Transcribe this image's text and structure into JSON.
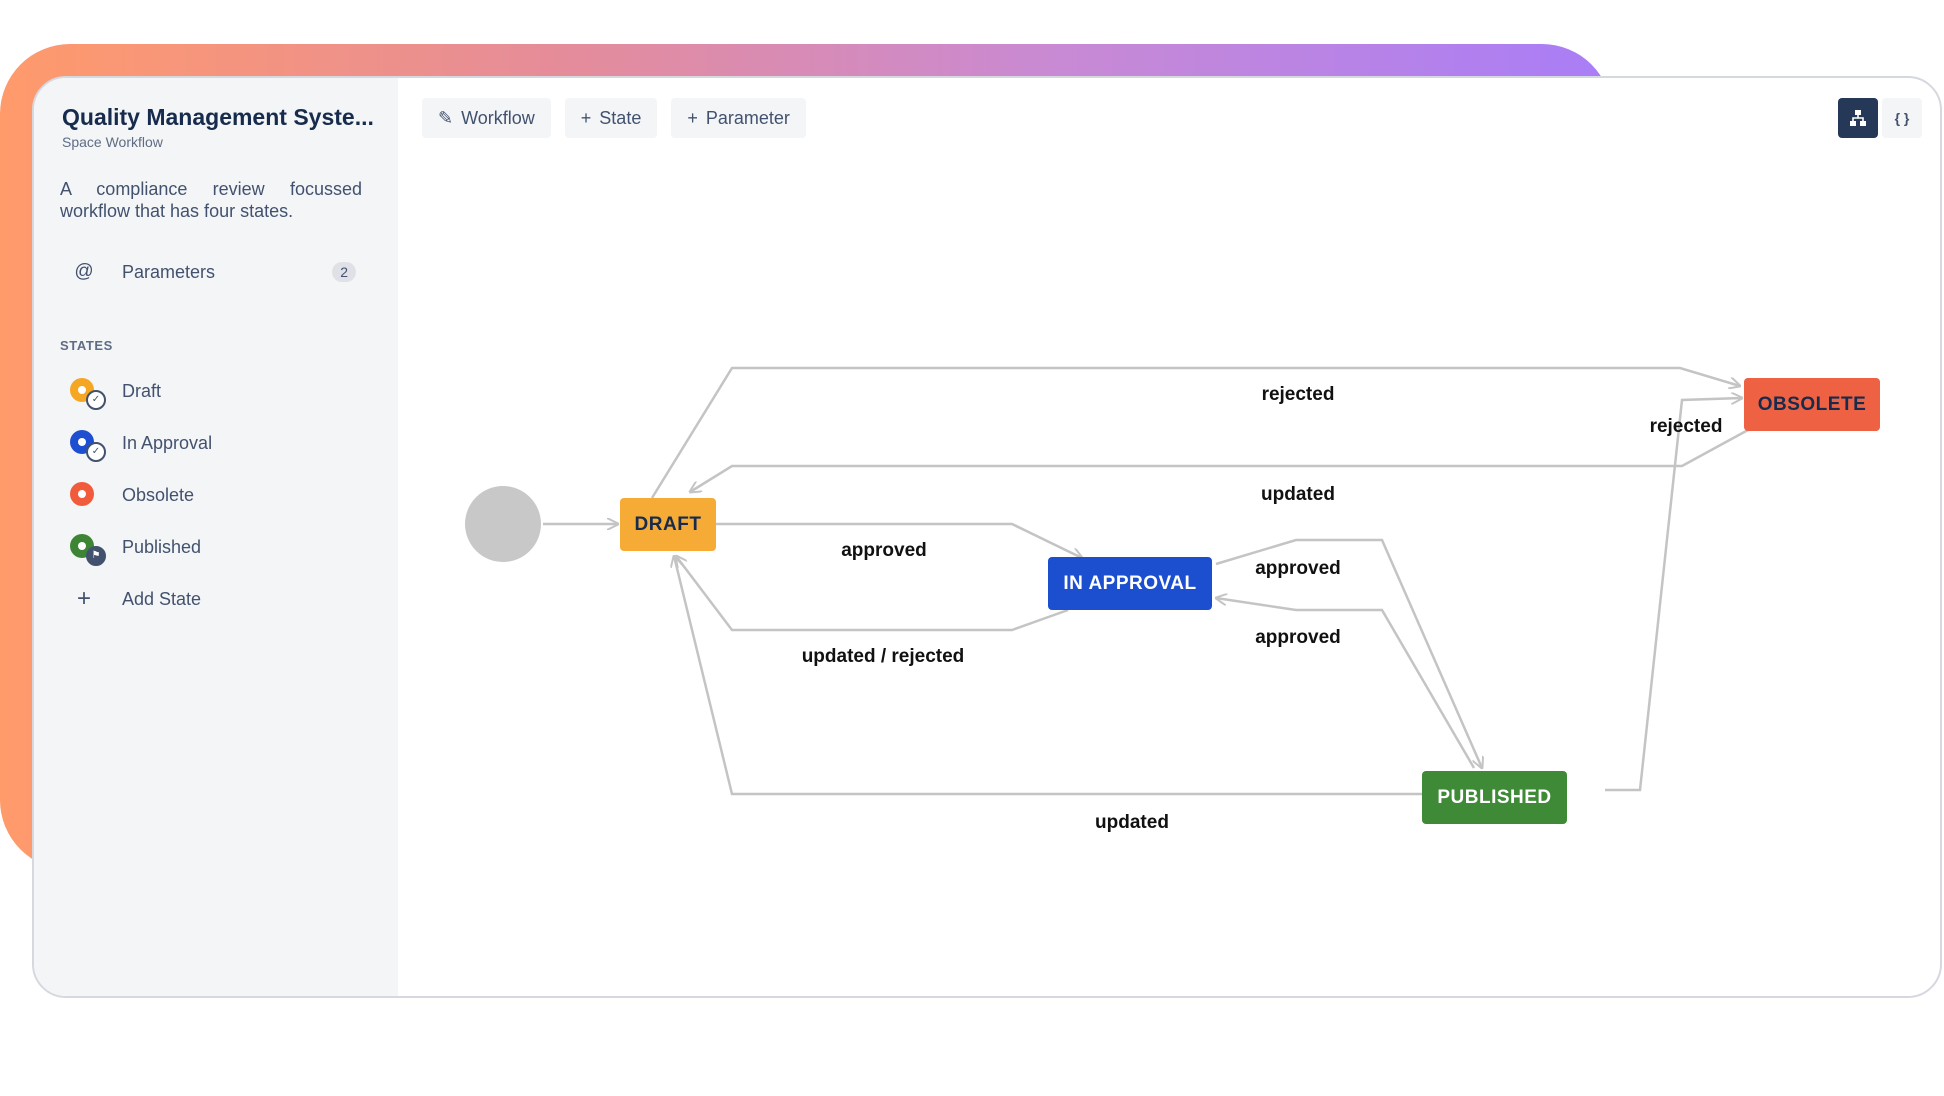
{
  "app": {
    "title": "Quality Management Syste...",
    "subtitle": "Space Workflow",
    "description": "A compliance review focussed workflow that has four states."
  },
  "sidebar": {
    "parameters": {
      "label": "Parameters",
      "count": "2",
      "icon": "at-icon"
    },
    "states_heading": "STATES",
    "states": [
      {
        "label": "Draft",
        "color": "#f5a623",
        "badge_icon": "check-icon"
      },
      {
        "label": "In Approval",
        "color": "#1f4fd1",
        "badge_icon": "check-icon"
      },
      {
        "label": "Obsolete",
        "color": "#f15a3a",
        "badge_icon": ""
      },
      {
        "label": "Published",
        "color": "#3d8535",
        "badge_icon": "flag-icon"
      }
    ],
    "add_state": "Add State"
  },
  "toolbar": {
    "workflow": "Workflow",
    "state": "State",
    "parameter": "Parameter"
  },
  "view_toggle": {
    "diagram_icon": "sitemap-icon",
    "code_icon": "braces-icon",
    "active": "diagram"
  },
  "diagram": {
    "nodes": {
      "draft": {
        "label": "DRAFT",
        "color": "#f5ab35",
        "text_color": "#172b4d"
      },
      "in_approval": {
        "label": "IN APPROVAL",
        "color": "#1c4fd0",
        "text_color": "#ffffff"
      },
      "obsolete": {
        "label": "OBSOLETE",
        "color": "#ee6243",
        "text_color": "#172b4d"
      },
      "published": {
        "label": "PUBLISHED",
        "color": "#3f8a37",
        "text_color": "#ffffff"
      }
    },
    "edge_labels": {
      "draft_to_obsolete": "rejected",
      "approval_to_obsolete": "rejected",
      "obsolete_to_draft": "updated",
      "draft_to_approval": "approved",
      "approval_to_draft": "updated / rejected",
      "approval_to_published": "approved",
      "published_to_approval": "approved",
      "published_to_draft": "updated"
    }
  }
}
